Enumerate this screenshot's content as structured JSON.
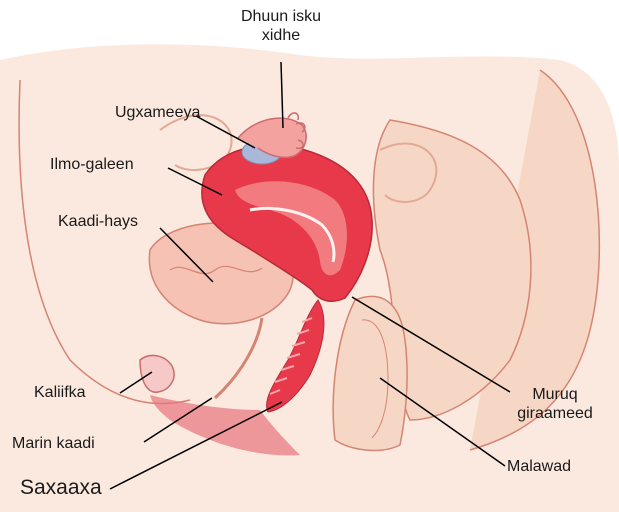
{
  "labels": {
    "fallopian_tube": {
      "line1": "Dhuun isku",
      "line2": "xidhe"
    },
    "ovary": "Ugxameeya",
    "uterus": "Ilmo-galeen",
    "bladder": "Kaadi-hays",
    "pubic_bone": "Kaliifka",
    "urethra": "Marin kaadi",
    "vagina": "Saxaaxa",
    "cervix": {
      "line1": "Muruq",
      "line2": "giraameed"
    },
    "rectum": "Malawad"
  },
  "colors": {
    "tissue": "#f6d7c6",
    "tissue_light": "#fbe9df",
    "uterus_outer": "#e8394a",
    "uterus_inner": "#f27b7f",
    "membrane": "#f4a2a0",
    "bladder": "#f5c2b3",
    "ovary": "#a9b8da",
    "outline": "#d58472",
    "leader": "#000000"
  }
}
